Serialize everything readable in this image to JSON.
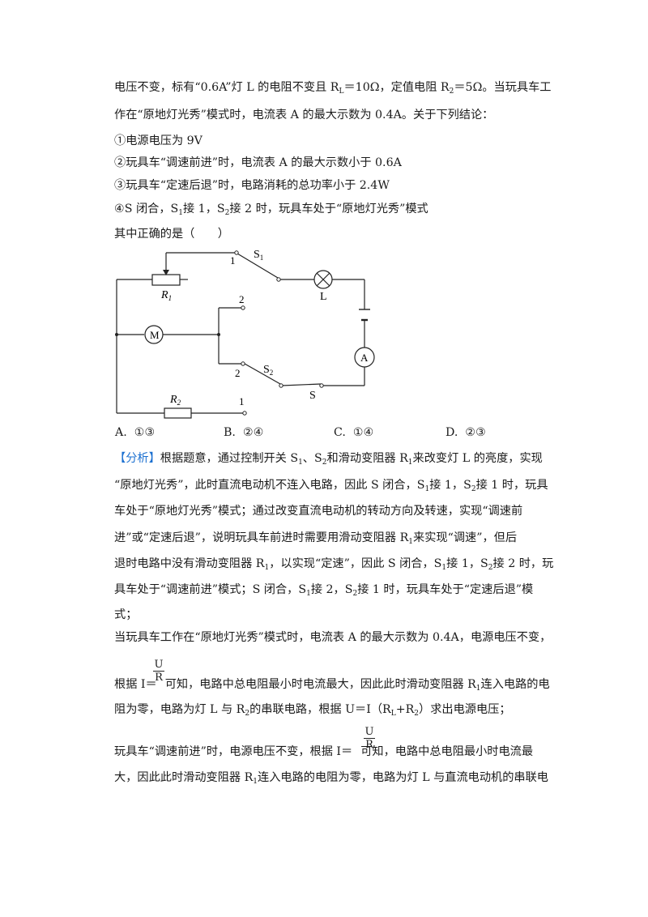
{
  "problem": {
    "line1": {
      "a": "电压不变，标有“0.6A”灯 L 的电阻不变且 R",
      "a_sub": "L",
      "b": "＝10Ω，定值电阻 R",
      "b_sub": "2",
      "c": "＝5Ω。当玩具车工"
    },
    "line2": "作在“原地灯光秀”模式时，电流表 A 的最大示数为 0.4A。关于下列结论：",
    "s1": "①电源电压为 9V",
    "s2": "②玩具车“调速前进”时，电流表 A 的最大示数小于 0.6A",
    "s3": "③玩具车“定速后退”时，电路消耗的总功率小于 2.4W",
    "s4": {
      "a": "④S 闭合，S",
      "a_sub": "1",
      "b": "接 1，S",
      "b_sub": "2",
      "c": "接 2 时，玩具车处于“原地灯光秀”模式"
    },
    "question": "其中正确的是（　　）"
  },
  "circuit": {
    "labels": {
      "r1": "R",
      "r1_sub": "1",
      "r2": "R",
      "r2_sub": "2",
      "s1": "S",
      "s1_sub": "1",
      "s2": "S",
      "s2_sub": "2",
      "s": "S",
      "lamp": "L",
      "motor": "M",
      "ammeter": "A",
      "t1_top": "1",
      "t2_mid": "2",
      "t2_low": "2",
      "t1_low": "1"
    }
  },
  "options": [
    {
      "letter": "A.",
      "value": "①③"
    },
    {
      "letter": "B.",
      "value": "②④"
    },
    {
      "letter": "C.",
      "value": "①④"
    },
    {
      "letter": "D.",
      "value": "②③"
    }
  ],
  "analysis": {
    "tag": "【分析】",
    "p1": {
      "a": "根据题意，通过控制开关 S",
      "a_sub": "1",
      "b": "、S",
      "b_sub": "2",
      "c": "和滑动变阻器 R",
      "c_sub": "1",
      "d": "来改变灯 L 的亮度，实现"
    },
    "p2": {
      "a": "“原地灯光秀”，此时直流电动机不连入电路，因此 S 闭合，S",
      "a_sub": "1",
      "b": "接 1，S",
      "b_sub": "2",
      "c": "接 1 时，玩具"
    },
    "p3": "车处于“原地灯光秀”模式；通过改变直流电动机的转动方向及转速，实现“调速前",
    "p4": {
      "a": "进”或“定速后退”，说明玩具车前进时需要用滑动变阻器 R",
      "a_sub": "1",
      "b": "来实现“调速”，但后"
    },
    "p5": {
      "a": "退时电路中没有滑动变阻器 R",
      "a_sub": "1",
      "b": "，以实现“定速”，因此 S 闭合，S",
      "b_sub": "1",
      "c": "接 1，S",
      "c_sub": "2",
      "d": "接 2 时，玩"
    },
    "p6": {
      "a": "具车处于“调速前进”模式；S 闭合，S",
      "a_sub": "1",
      "b": "接 2，S",
      "b_sub": "2",
      "c": "接 1 时，玩具车处于“定速后退”模"
    },
    "p7": "式；",
    "p8": "当玩具车工作在“原地灯光秀”模式时，电流表 A 的最大示数为 0.4A，电源电压不变，",
    "p9": {
      "a": "根据 I＝",
      "num": "U",
      "den": "R",
      "b": "可知，电路中总电阻最小时电流最大，因此此时滑动变阻器 R",
      "b_sub": "1",
      "c": "连入电路的电"
    },
    "p10": {
      "a": "阻为零，电路为灯 L 与 R",
      "a_sub": "2",
      "b": "的串联电路，根据 U＝I（R",
      "b_sub": "L",
      "c": "+R",
      "c_sub": "2",
      "d": "）求出电源电压；"
    },
    "p11": {
      "a": "玩具车“调速前进”时，电源电压不变，根据 I＝",
      "num": "U",
      "den": "R",
      "b": "可知，电路中总电阻最小时电流最"
    },
    "p12": {
      "a": "大，因此此时滑动变阻器 R",
      "a_sub": "1",
      "b": "连入电路的电阻为零，电路为灯 L 与直流电动机的串联电"
    }
  }
}
